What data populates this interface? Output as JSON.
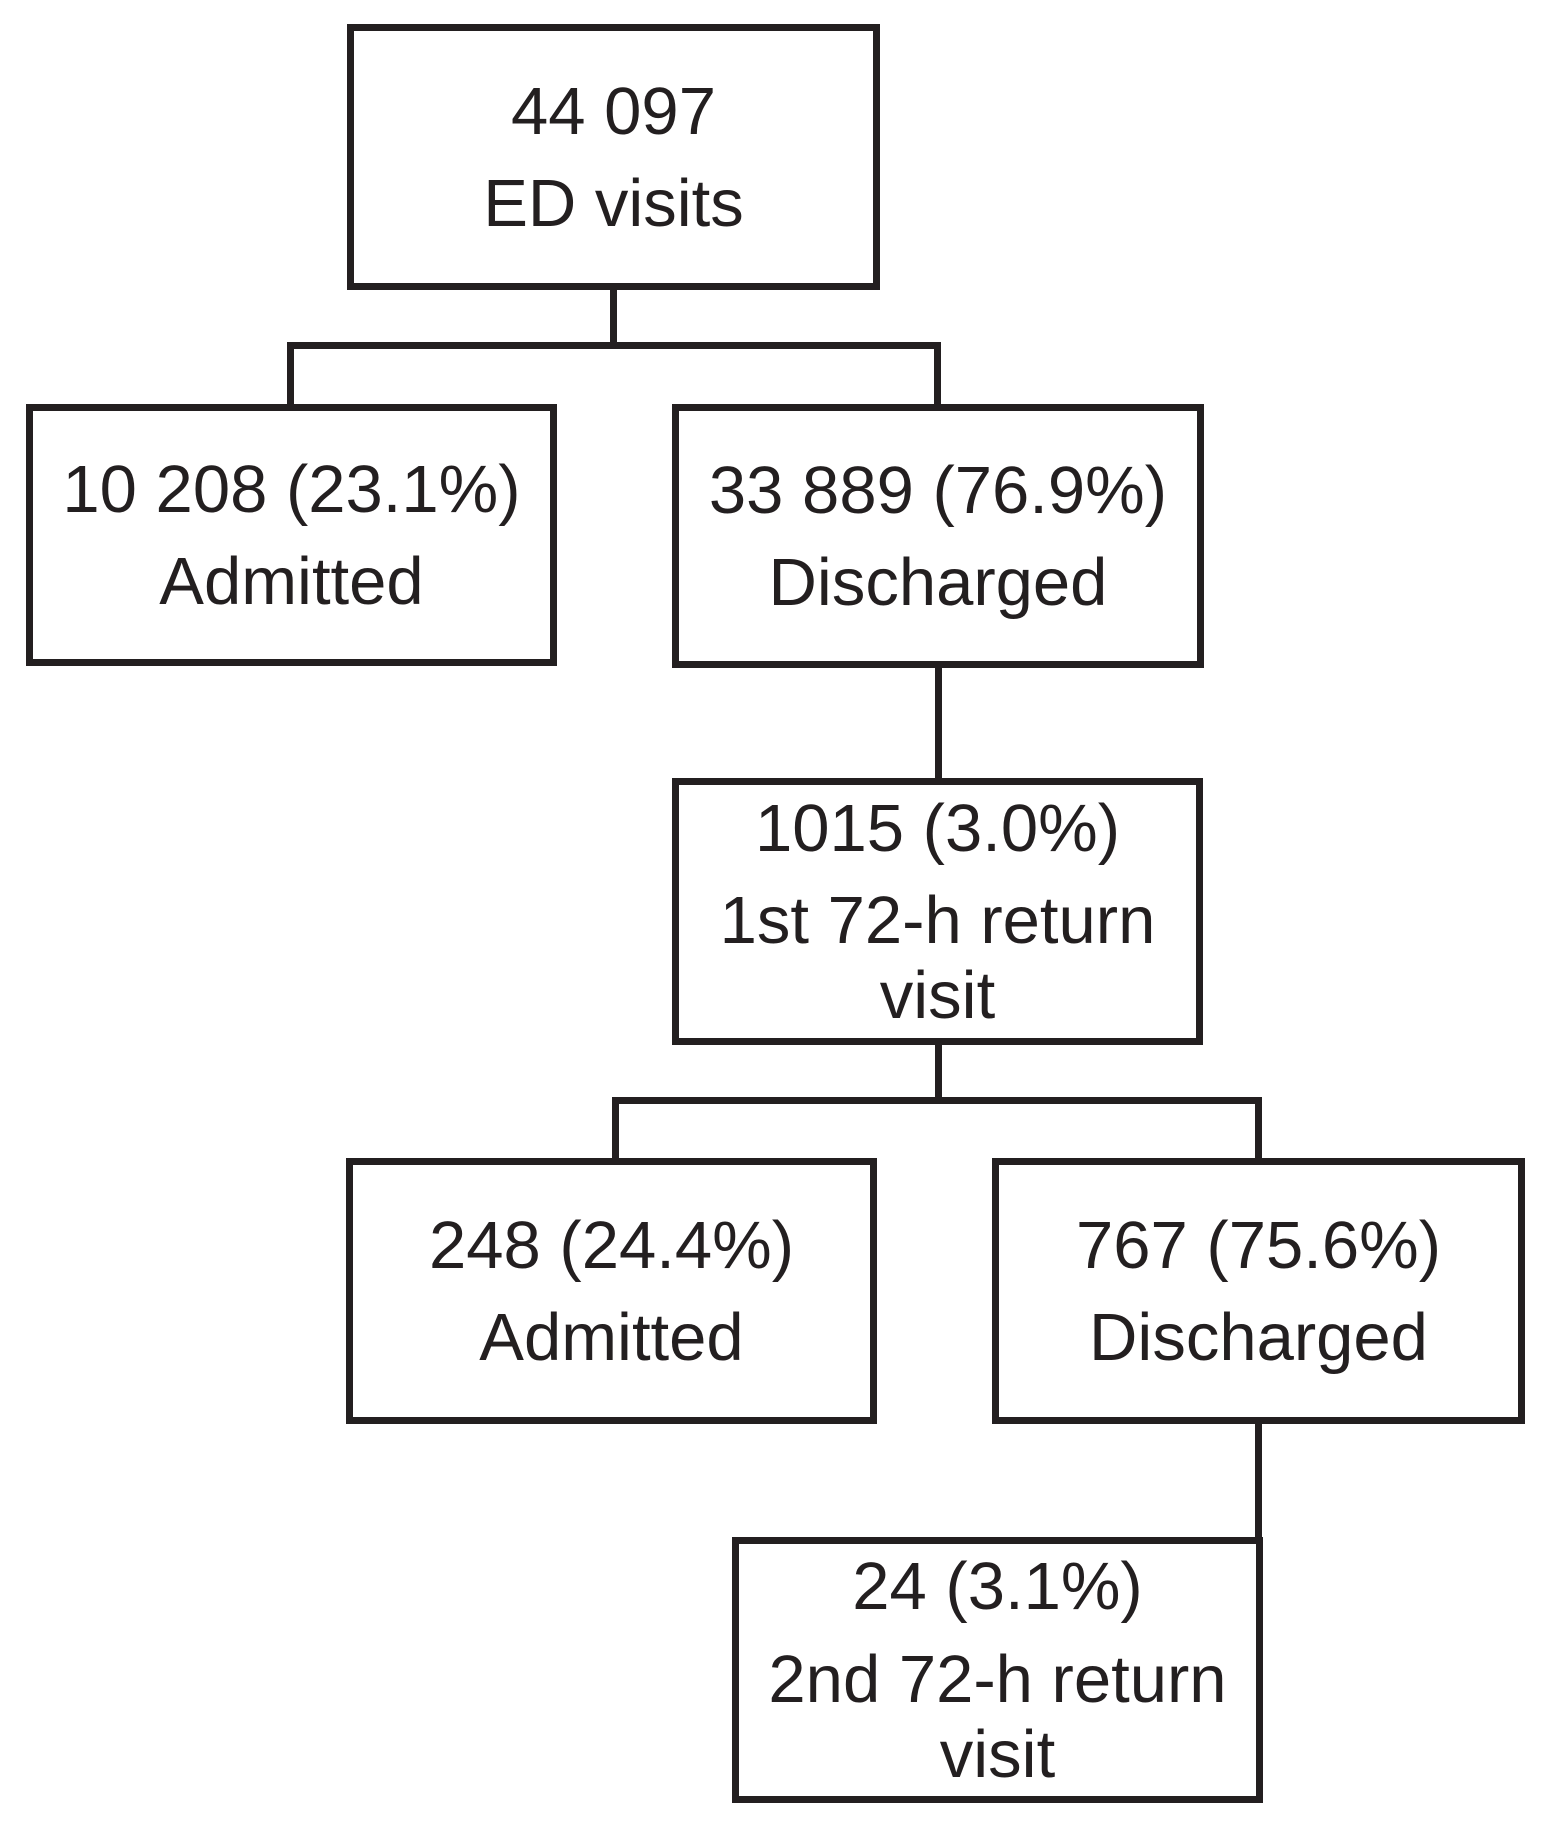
{
  "diagram": {
    "type": "flowchart",
    "background": "#ffffff",
    "line_color": "#231f20",
    "text_color": "#231f20",
    "nodes": [
      {
        "id": "ed-visits",
        "value": "44 097",
        "label": "ED visits"
      },
      {
        "id": "admitted-1",
        "value": "10 208 (23.1%)",
        "label": "Admitted"
      },
      {
        "id": "discharged-1",
        "value": "33 889 (76.9%)",
        "label": "Discharged"
      },
      {
        "id": "return-1",
        "value": "1015 (3.0%)",
        "label": "1st 72-h return visit"
      },
      {
        "id": "admitted-2",
        "value": "248 (24.4%)",
        "label": "Admitted"
      },
      {
        "id": "discharged-2",
        "value": "767 (75.6%)",
        "label": "Discharged"
      },
      {
        "id": "return-2",
        "value": "24 (3.1%)",
        "label": "2nd 72-h return visit"
      }
    ],
    "edges": [
      {
        "from": "ed-visits",
        "to": "admitted-1"
      },
      {
        "from": "ed-visits",
        "to": "discharged-1"
      },
      {
        "from": "discharged-1",
        "to": "return-1"
      },
      {
        "from": "return-1",
        "to": "admitted-2"
      },
      {
        "from": "return-1",
        "to": "discharged-2"
      },
      {
        "from": "discharged-2",
        "to": "return-2"
      }
    ]
  }
}
